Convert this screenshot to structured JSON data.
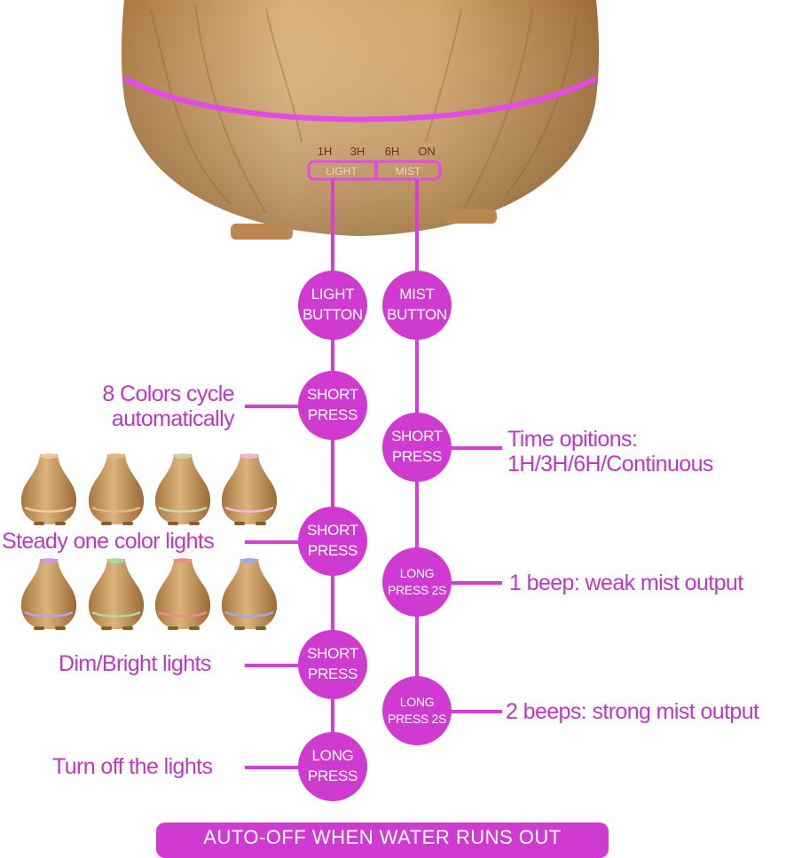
{
  "device": {
    "timer_labels": [
      "1H",
      "3H",
      "6H",
      "ON"
    ],
    "light_key_text": "LIGHT",
    "mist_key_text": "MIST",
    "ring_color": "#e44ae8",
    "wood_color": "#c99a5e"
  },
  "light_branch": {
    "title_lines": [
      "LIGHT",
      "BUTTON"
    ],
    "steps": [
      {
        "lines": [
          "SHORT",
          "PRESS"
        ],
        "label": [
          "8 Colors cycle",
          "automatically"
        ]
      },
      {
        "lines": [
          "SHORT",
          "PRESS"
        ],
        "label": [
          "Steady one color lights"
        ]
      },
      {
        "lines": [
          "SHORT",
          "PRESS"
        ],
        "label": [
          "Dim/Bright lights"
        ]
      },
      {
        "lines": [
          "LONG",
          "PRESS"
        ],
        "label": [
          "Turn off the lights"
        ]
      }
    ]
  },
  "mist_branch": {
    "title_lines": [
      "MIST",
      "BUTTON"
    ],
    "steps": [
      {
        "lines": [
          "SHORT",
          "PRESS"
        ],
        "label": [
          "Time opitions:",
          "1H/3H/6H/Continuous"
        ]
      },
      {
        "lines": [
          "LONG",
          "PRESS 2S"
        ],
        "label": [
          "1 beep: weak mist output"
        ]
      },
      {
        "lines": [
          "LONG",
          "PRESS 2S"
        ],
        "label": [
          "2 beeps: strong mist output"
        ]
      }
    ]
  },
  "vase_glow_colors": [
    "#f0c9a0",
    "#e6b787",
    "#c7d8a7",
    "#f3b8d8",
    "#c69ce2",
    "#a7dd9c",
    "#ef8d80",
    "#9aa8ea"
  ],
  "banner": {
    "text": "AUTO-OFF WHEN WATER RUNS OUT"
  },
  "accent_color": "#cf3bd0"
}
